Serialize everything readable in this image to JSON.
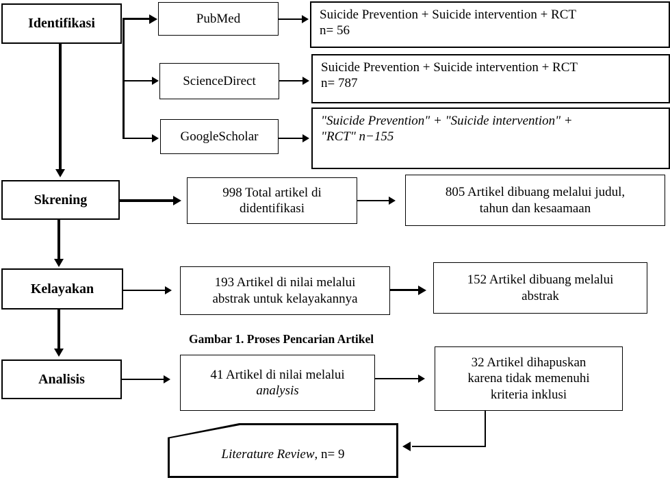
{
  "figure": {
    "caption": "Gambar 1.  Proses Pencarian Artikel"
  },
  "stages": [
    {
      "label": "Identifikasi"
    },
    {
      "label": "Skrening"
    },
    {
      "label": "Kelayakan"
    },
    {
      "label": "Analisis"
    }
  ],
  "databases": [
    {
      "label": "PubMed"
    },
    {
      "label": "ScienceDirect"
    },
    {
      "label": "GoogleScholar"
    }
  ],
  "queries": [
    {
      "line1": "Suicide Prevention + Suicide intervention + RCT",
      "line2": "n= 56"
    },
    {
      "line1": "Suicide Prevention + Suicide intervention + RCT",
      "line2": "n= 787"
    },
    {
      "line1": "\"Suicide Prevention\" + \"Suicide intervention\" +",
      "line2": "\"RCT\" n−155"
    }
  ],
  "screening": {
    "counted": {
      "line1": "998 Total artikel di",
      "line2": "didentifikasi"
    },
    "excluded": {
      "line1": "805 Artikel dibuang melalui judul,",
      "line2": "tahun dan kesaamaan"
    }
  },
  "eligibility": {
    "assessed": {
      "line1": "193 Artikel di nilai melalui",
      "line2": "abstrak untuk kelayakannya"
    },
    "excluded": {
      "line1": "152 Artikel dibuang melalui",
      "line2": "abstrak"
    }
  },
  "analysis": {
    "assessed": {
      "line1": "41 Artikel di nilai melalui",
      "line2": "analysis"
    },
    "excluded": {
      "line1": "32 Artikel dihapuskan",
      "line2": "karena tidak memenuhi",
      "line3": "kriteria inklusi"
    }
  },
  "result": {
    "label_italic": "Literature Review",
    "label_rest": ", n= 9"
  },
  "colors": {
    "stroke": "#000000",
    "background": "#ffffff"
  }
}
